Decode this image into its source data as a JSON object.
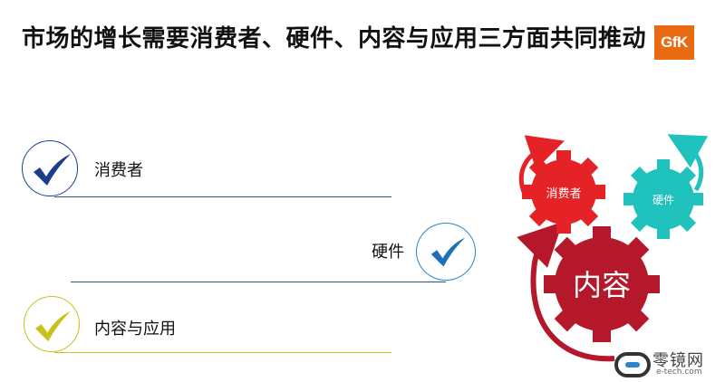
{
  "header": {
    "title": "市场的增长需要消费者、硬件、内容与应用三方面共同推动"
  },
  "logo": {
    "text": "GfK",
    "color": "#ea6a12"
  },
  "rows": [
    {
      "label": "消费者",
      "check_color": "#1a3e8c",
      "circle_color": "#1a3e8c",
      "line_color": "#2a4fa0"
    },
    {
      "label": "硬件",
      "check_color": "#1c6fb8",
      "circle_color": "#2a86c9",
      "line_color": "#2a4fa0"
    },
    {
      "label": "内容与应用",
      "check_color": "#c9c11b",
      "circle_color": "#c9c11b",
      "line_color": "#c9c11b"
    }
  ],
  "gears": {
    "consumer": {
      "label": "消费者",
      "color": "#e52326"
    },
    "hardware": {
      "label": "硬件",
      "color": "#1fc2bc"
    },
    "content": {
      "label": "内容",
      "color": "#b5182b"
    }
  },
  "watermark": {
    "name": "零镜网",
    "url": "e-tech.com"
  }
}
